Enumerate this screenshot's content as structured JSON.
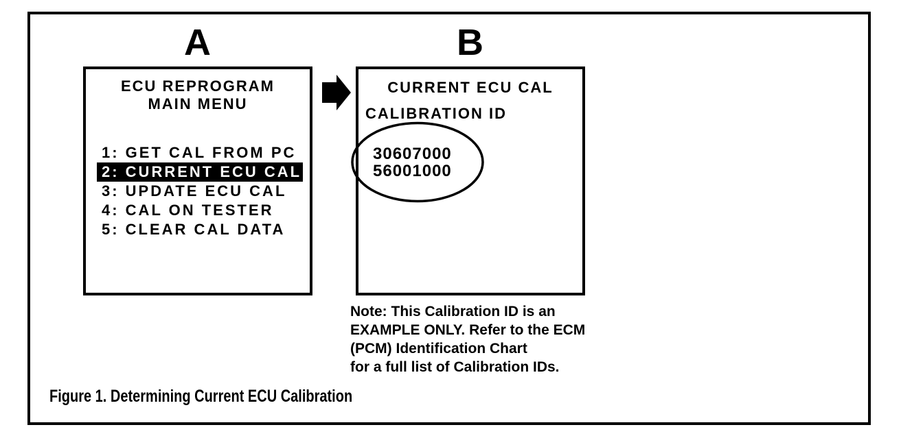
{
  "figure": {
    "panel_a_label": "A",
    "panel_b_label": "B",
    "caption": "Figure 1. Determining Current ECU Calibration"
  },
  "icons": {
    "flow_arrow": "arrow-right"
  },
  "screen_a": {
    "title_line1": "ECU REPROGRAM",
    "title_line2": "MAIN MENU",
    "menu_items": [
      {
        "label": "1: GET CAL FROM PC",
        "selected": false
      },
      {
        "label": "2: CURRENT ECU CAL",
        "selected": true
      },
      {
        "label": "3: UPDATE ECU CAL",
        "selected": false
      },
      {
        "label": "4: CAL ON TESTER",
        "selected": false
      },
      {
        "label": "5: CLEAR CAL DATA",
        "selected": false
      }
    ]
  },
  "screen_b": {
    "title": "CURRENT ECU CAL",
    "subtitle": "CALIBRATION ID",
    "calibration_ids": [
      "30607000",
      "56001000"
    ]
  },
  "note": {
    "lines": [
      "Note: This Calibration ID is an",
      "EXAMPLE ONLY. Refer to the ECM",
      "(PCM) Identification Chart",
      "for a full list of Calibration IDs."
    ]
  },
  "colors": {
    "foreground": "#000000",
    "background": "#ffffff",
    "highlight_bg": "#000000",
    "highlight_text": "#ffffff"
  }
}
